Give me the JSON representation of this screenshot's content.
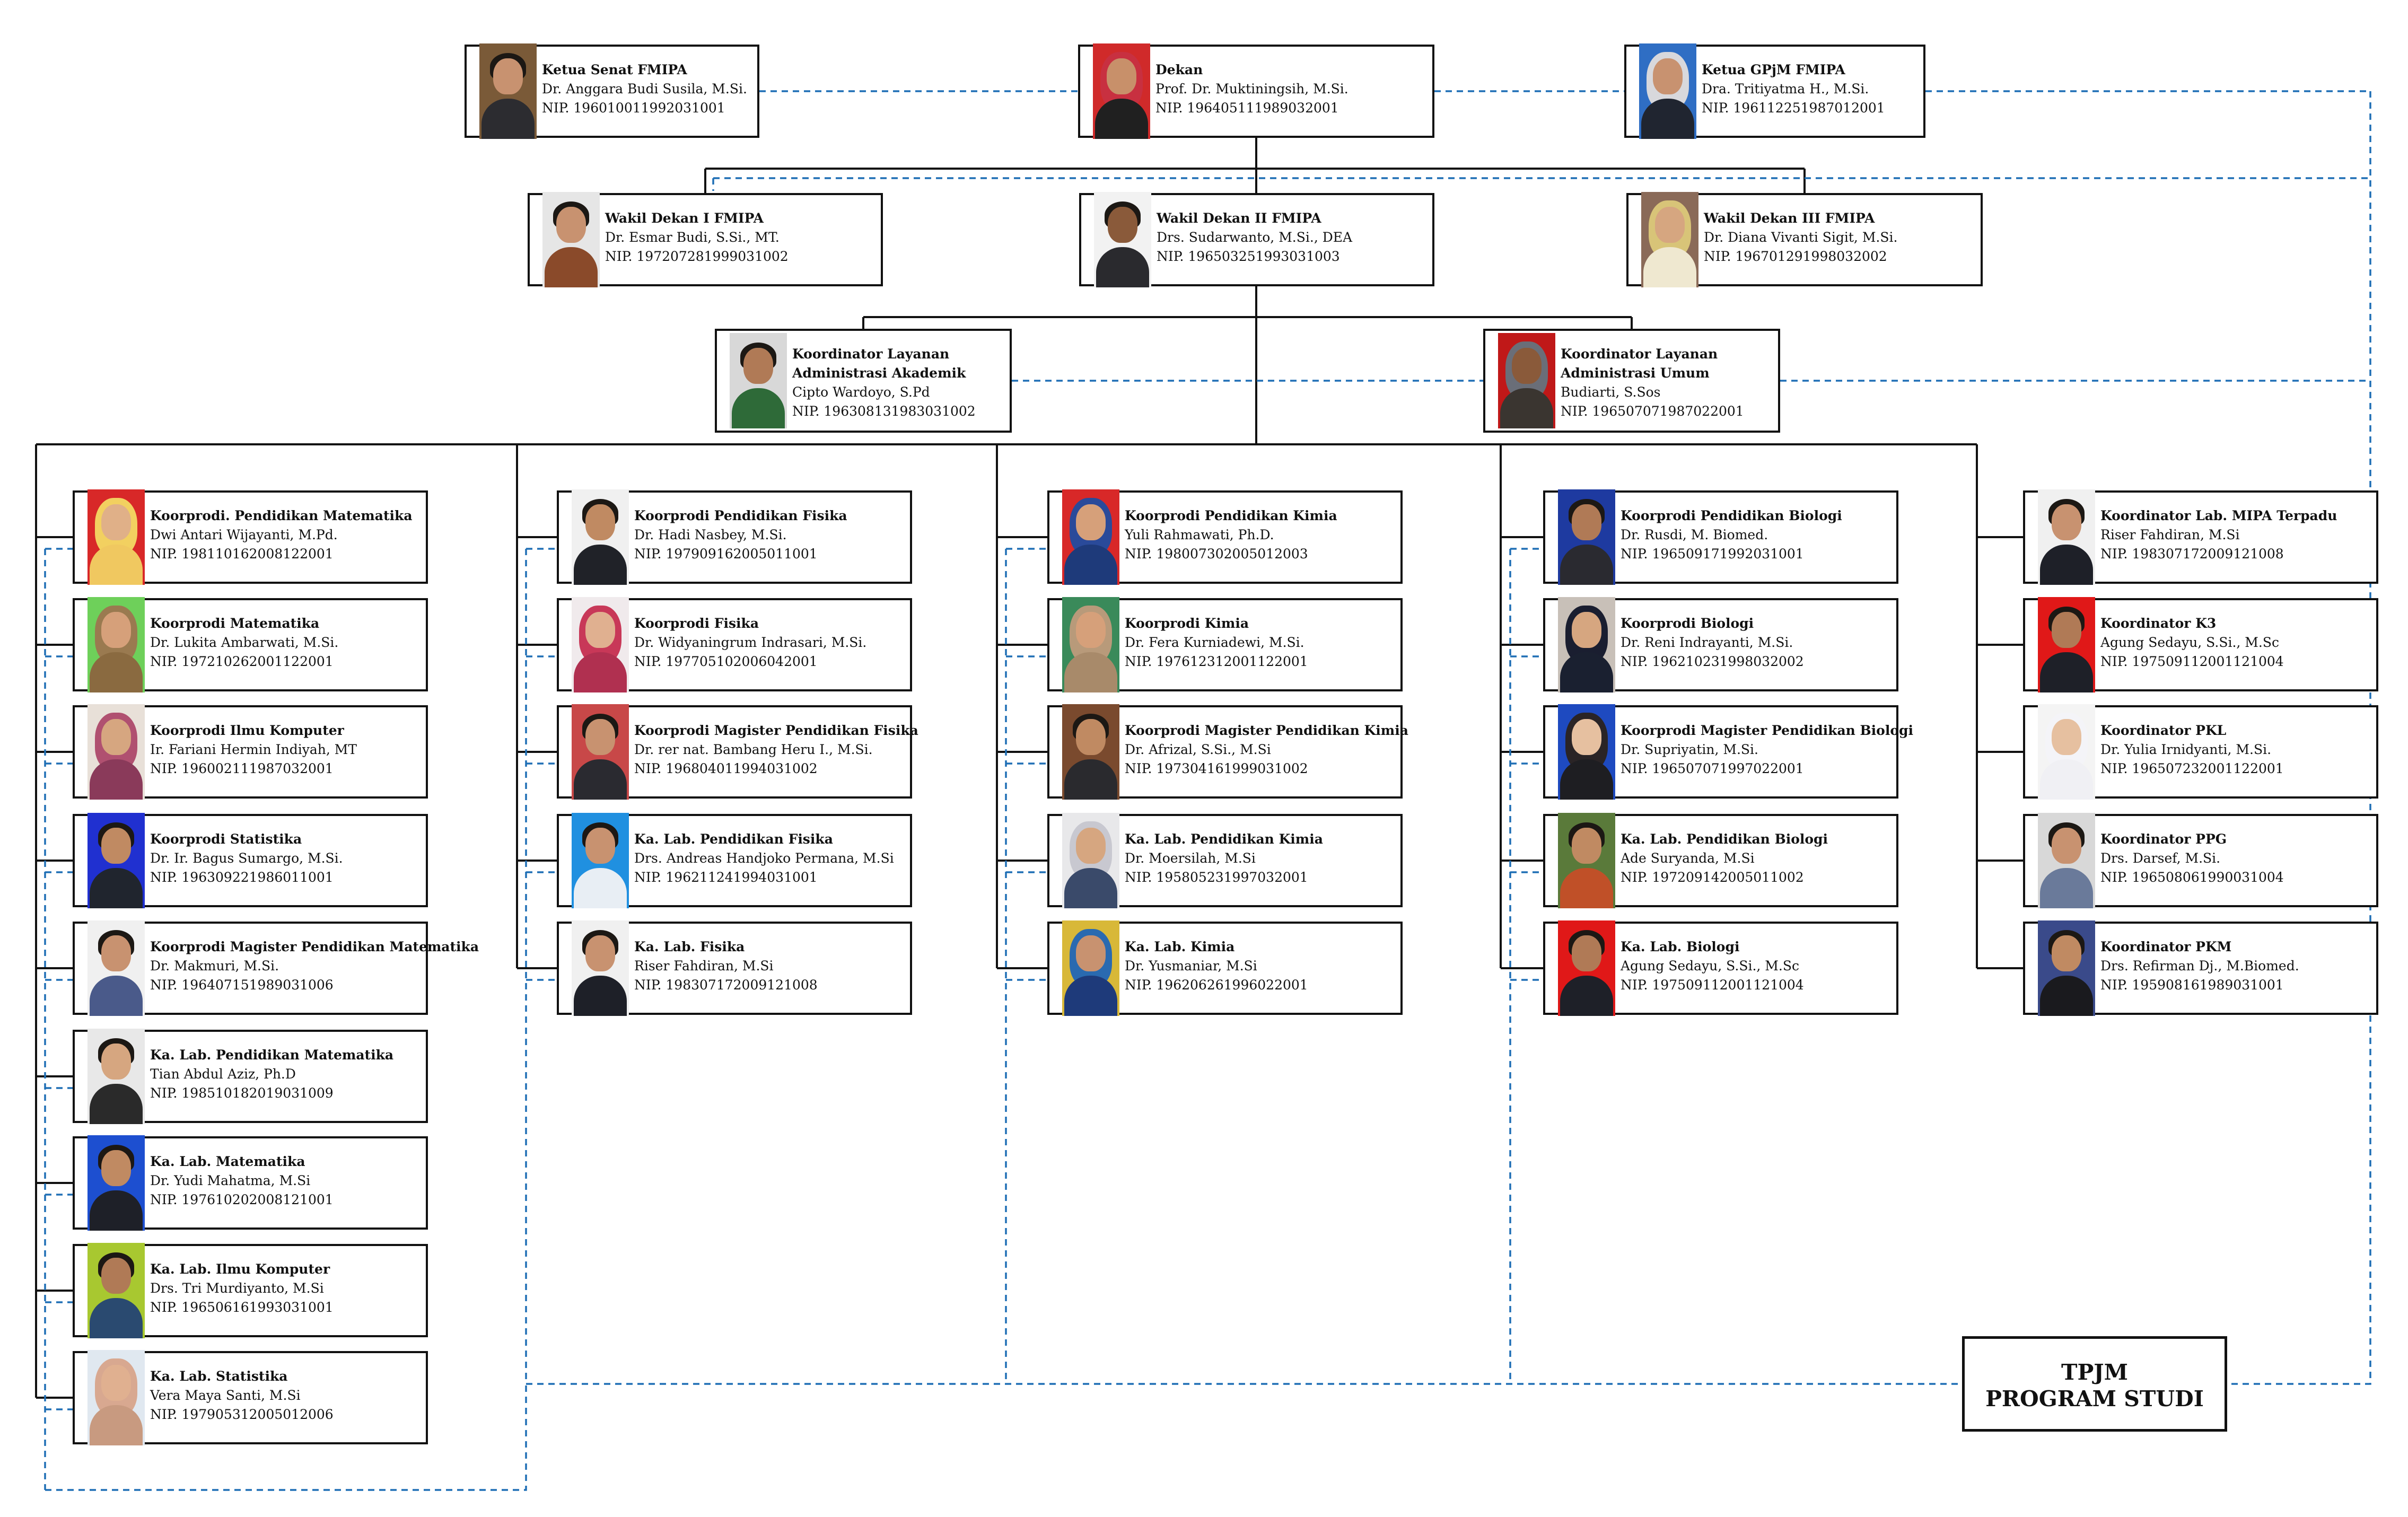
{
  "nodes": [
    {
      "id": "ketua-senat",
      "title": "Ketua Senat FMIPA",
      "name": "Dr. Anggara Budi Susila, M.Si.",
      "nip": "NIP. 196010011992031001",
      "photo_bg": "#7a5a38",
      "face": "#c89270",
      "clothes": "#2c2c30",
      "scarf": ""
    },
    {
      "id": "dekan",
      "title": "Dekan",
      "name": "Prof. Dr. Muktiningsih, M.Si.",
      "nip": "NIP. 196405111989032001",
      "photo_bg": "#d02a2a",
      "face": "#c8906a",
      "clothes": "#202020",
      "scarf": "#c83040"
    },
    {
      "id": "ketua-gpjm",
      "title": "Ketua GPjM FMIPA",
      "name": "Dra. Tritiyatma H., M.Si.",
      "nip": "NIP. 196112251987012001",
      "photo_bg": "#2f6ec4",
      "face": "#c89270",
      "clothes": "#202530",
      "scarf": "#d8d8dc"
    },
    {
      "id": "wadek-1",
      "title": "Wakil Dekan I FMIPA",
      "name": "Dr. Esmar Budi, S.Si., MT.",
      "nip": "NIP. 197207281999031002",
      "photo_bg": "#e6e6e6",
      "face": "#c89270",
      "clothes": "#8a4a2a",
      "scarf": ""
    },
    {
      "id": "wadek-2",
      "title": "Wakil Dekan II FMIPA",
      "name": "Drs. Sudarwanto, M.Si., DEA",
      "nip": "NIP. 196503251993031003",
      "photo_bg": "#f2f2f2",
      "face": "#8a5a3a",
      "clothes": "#2a2a2e",
      "scarf": ""
    },
    {
      "id": "wadek-3",
      "title": "Wakil Dekan III FMIPA",
      "name": "Dr.  Diana Vivanti Sigit, M.Si.",
      "nip": "NIP. 196701291998032002",
      "photo_bg": "#8a6a58",
      "face": "#d6a680",
      "clothes": "#efe8d0",
      "scarf": "#d8c478"
    },
    {
      "id": "koor-akademik",
      "title": "Koordinator Layanan",
      "title2": "Administrasi Akademik",
      "name": "Cipto Wardoyo, S.Pd",
      "nip": "NIP. 196308131983031002",
      "photo_bg": "#d8d8d8",
      "face": "#b07a56",
      "clothes": "#2e6a38",
      "scarf": ""
    },
    {
      "id": "koor-umum",
      "title": "Koordinator Layanan",
      "title2": "Administrasi Umum",
      "name": "Budiarti, S.Sos",
      "nip": "NIP. 196507071987022001",
      "photo_bg": "#c01818",
      "face": "#8a5a3a",
      "clothes": "#3a3530",
      "scarf": "#6a6e78"
    },
    {
      "id": "c1-1",
      "title": "Koorprodi. Pendidikan Matematika",
      "name": "Dwi Antari Wijayanti, M.Pd.",
      "nip": "NIP. 198110162008122001",
      "photo_bg": "#d82828",
      "face": "#e0b088",
      "clothes": "#f0c860",
      "scarf": "#f2d060"
    },
    {
      "id": "c1-2",
      "title": "Koorprodi Matematika",
      "name": "Dr. Lukita Ambarwati, M.Si.",
      "nip": "NIP. 197210262001122001",
      "photo_bg": "#6ed05a",
      "face": "#d6a07a",
      "clothes": "#8a6a40",
      "scarf": "#9a7a50"
    },
    {
      "id": "c1-3",
      "title": "Koorprodi Ilmu Komputer",
      "name": "Ir. Fariani Hermin Indiyah, MT",
      "nip": "NIP. 196002111987032001",
      "photo_bg": "#e8e0d8",
      "face": "#d6a680",
      "clothes": "#8a3a5a",
      "scarf": "#b05070"
    },
    {
      "id": "c1-4",
      "title": "Koorprodi Statistika",
      "name": "Dr. Ir. Bagus Sumargo, M.Si.",
      "nip": "NIP. 196309221986011001",
      "photo_bg": "#2030d0",
      "face": "#c08a62",
      "clothes": "#20252e",
      "scarf": ""
    },
    {
      "id": "c1-5",
      "title": "Koorprodi Magister Pendidikan Matematika",
      "name": "Dr. Makmuri, M.Si.",
      "nip": "NIP. 196407151989031006",
      "photo_bg": "#f0f0f0",
      "face": "#c89270",
      "clothes": "#4a5a8a",
      "scarf": ""
    },
    {
      "id": "c1-6",
      "title": "Ka. Lab. Pendidikan Matematika",
      "name": "Tian Abdul Aziz, Ph.D",
      "nip": "NIP. 198510182019031009",
      "photo_bg": "#e8e8e8",
      "face": "#d6a680",
      "clothes": "#2a2a2a",
      "scarf": ""
    },
    {
      "id": "c1-7",
      "title": "Ka. Lab. Matematika",
      "name": "Dr. Yudi Mahatma, M.Si",
      "nip": "NIP. 197610202008121001",
      "photo_bg": "#1d4fd0",
      "face": "#c08a62",
      "clothes": "#1e2028",
      "scarf": ""
    },
    {
      "id": "c1-8",
      "title": "Ka. Lab. Ilmu Komputer",
      "name": "Drs. Tri Murdiyanto, M.Si",
      "nip": "NIP. 196506161993031001",
      "photo_bg": "#a8c830",
      "face": "#b07a56",
      "clothes": "#2a4a70",
      "scarf": ""
    },
    {
      "id": "c1-9",
      "title": "Ka. Lab. Statistika",
      "name": "Vera Maya Santi, M.Si",
      "nip": "NIP. 197905312005012006",
      "photo_bg": "#e0e8f0",
      "face": "#e0b090",
      "clothes": "#c89a80",
      "scarf": "#d8a890"
    },
    {
      "id": "c2-1",
      "title": "Koorprodi Pendidikan Fisika",
      "name": "Dr. Hadi Nasbey, M.Si.",
      "nip": "NIP. 197909162005011001",
      "photo_bg": "#f0f0f0",
      "face": "#c08a62",
      "clothes": "#202228",
      "scarf": ""
    },
    {
      "id": "c2-2",
      "title": "Koorprodi Fisika",
      "name": "Dr. Widyaningrum Indrasari, M.Si.",
      "nip": "NIP. 197705102006042001",
      "photo_bg": "#f0eaec",
      "face": "#e0b090",
      "clothes": "#b03050",
      "scarf": "#c83858"
    },
    {
      "id": "c2-3",
      "title": "Koorprodi Magister Pendidikan Fisika",
      "name": "Dr. rer nat. Bambang Heru I., M.Si.",
      "nip": "NIP. 196804011994031002",
      "photo_bg": "#c84848",
      "face": "#c89270",
      "clothes": "#2a2a30",
      "scarf": ""
    },
    {
      "id": "c2-4",
      "title": "Ka. Lab. Pendidikan Fisika",
      "name": "Drs. Andreas Handjoko Permana, M.Si",
      "nip": "NIP. 196211241994031001",
      "photo_bg": "#2090e0",
      "face": "#c89270",
      "clothes": "#e8eef4",
      "scarf": ""
    },
    {
      "id": "c2-5",
      "title": "Ka. Lab. Fisika",
      "name": "Riser Fahdiran, M.Si",
      "nip": "NIP. 198307172009121008",
      "photo_bg": "#f0f0f0",
      "face": "#c89270",
      "clothes": "#1e2028",
      "scarf": ""
    },
    {
      "id": "c3-1",
      "title": "Koorprodi Pendidikan Kimia",
      "name": "Yuli Rahmawati, Ph.D.",
      "nip": "NIP. 198007302005012003",
      "photo_bg": "#d82828",
      "face": "#d6a07a",
      "clothes": "#1e3a7a",
      "scarf": "#2a4a9a"
    },
    {
      "id": "c3-2",
      "title": "Koorprodi Kimia",
      "name": "Dr. Fera Kurniadewi, M.Si.",
      "nip": "NIP. 197612312001122001",
      "photo_bg": "#3a8a5a",
      "face": "#d6a07a",
      "clothes": "#a88a6a",
      "scarf": "#b89a7a"
    },
    {
      "id": "c3-3",
      "title": "Koorprodi Magister Pendidikan Kimia",
      "name": "Dr. Afrizal, S.Si., M.Si",
      "nip": "NIP. 197304161999031002",
      "photo_bg": "#7a4a2e",
      "face": "#c08a62",
      "clothes": "#2a2a2e",
      "scarf": ""
    },
    {
      "id": "c3-4",
      "title": "Ka. Lab. Pendidikan Kimia",
      "name": "Dr. Moersilah, M.Si",
      "nip": "NIP. 195805231997032001",
      "photo_bg": "#e8e8ea",
      "face": "#d6a680",
      "clothes": "#3a4a6a",
      "scarf": "#c8c8d0"
    },
    {
      "id": "c3-5",
      "title": "Ka. Lab. Kimia",
      "name": "Dr. Yusmaniar, M.Si",
      "nip": "NIP. 196206261996022001",
      "photo_bg": "#d8b838",
      "face": "#c89270",
      "clothes": "#1e3a7a",
      "scarf": "#2a6ab0"
    },
    {
      "id": "c4-1",
      "title": "Koorprodi Pendidikan Biologi",
      "name": "Dr. Rusdi, M. Biomed.",
      "nip": "NIP. 196509171992031001",
      "photo_bg": "#1e3aa0",
      "face": "#b07a56",
      "clothes": "#2a2a30",
      "scarf": ""
    },
    {
      "id": "c4-2",
      "title": "Koorprodi Biologi",
      "name": "Dr. Reni Indrayanti, M.Si.",
      "nip": "NIP. 196210231998032002",
      "photo_bg": "#c8c0b8",
      "face": "#d6a680",
      "clothes": "#1a2030",
      "scarf": "#1a1e30"
    },
    {
      "id": "c4-3",
      "title": "Koorprodi Magister Pendidikan Biologi",
      "name": "Dr. Supriyatin, M.Si.",
      "nip": "NIP. 196507071997022001",
      "photo_bg": "#1e4ac0",
      "face": "#e6c0a0",
      "clothes": "#1e1e22",
      "scarf": "#2a2426"
    },
    {
      "id": "c4-4",
      "title": "Ka. Lab. Pendidikan Biologi",
      "name": "Ade Suryanda, M.Si",
      "nip": "NIP. 197209142005011002",
      "photo_bg": "#5a7a3a",
      "face": "#c08a62",
      "clothes": "#c05028",
      "scarf": ""
    },
    {
      "id": "c4-5",
      "title": "Ka. Lab. Biologi",
      "name": "Agung Sedayu, S.Si., M.Sc",
      "nip": "NIP. 197509112001121004",
      "photo_bg": "#e01818",
      "face": "#b07a56",
      "clothes": "#1e2028",
      "scarf": ""
    },
    {
      "id": "c5-1",
      "title": "Koordinator Lab. MIPA Terpadu",
      "name": "Riser Fahdiran, M.Si",
      "nip": "NIP. 198307172009121008",
      "photo_bg": "#f0f0f0",
      "face": "#c89270",
      "clothes": "#1e2028",
      "scarf": ""
    },
    {
      "id": "c5-2",
      "title": "Koordinator K3",
      "name": "Agung Sedayu, S.Si., M.Sc",
      "nip": "NIP. 197509112001121004",
      "photo_bg": "#e01818",
      "face": "#b07a56",
      "clothes": "#1e2028",
      "scarf": ""
    },
    {
      "id": "c5-3",
      "title": "Koordinator PKL",
      "name": "Dr. Yulia Irnidyanti, M.Si.",
      "nip": "NIP. 196507232001122001",
      "photo_bg": "#f4f4f4",
      "face": "#e6c0a0",
      "clothes": "#f0f0f4",
      "scarf": "#f4f4f8"
    },
    {
      "id": "c5-4",
      "title": "Koordinator PPG",
      "name": "Drs. Darsef, M.Si.",
      "nip": "NIP. 196508061990031004",
      "photo_bg": "#d8d8d8",
      "face": "#c89270",
      "clothes": "#6a7a9a",
      "scarf": ""
    },
    {
      "id": "c5-5",
      "title": "Koordinator PKM",
      "name": "Drs. Refirman Dj., M.Biomed.",
      "nip": "NIP. 195908161989031001",
      "photo_bg": "#3a4a8a",
      "face": "#c08a62",
      "clothes": "#1a1a1e",
      "scarf": ""
    }
  ],
  "tpjm": {
    "line1": "TPJM",
    "line2": "PROGRAM STUDI"
  },
  "colors": {
    "solid_line": "#111111",
    "dashed_line": "#1f6fb5",
    "box_border": "#111111"
  }
}
